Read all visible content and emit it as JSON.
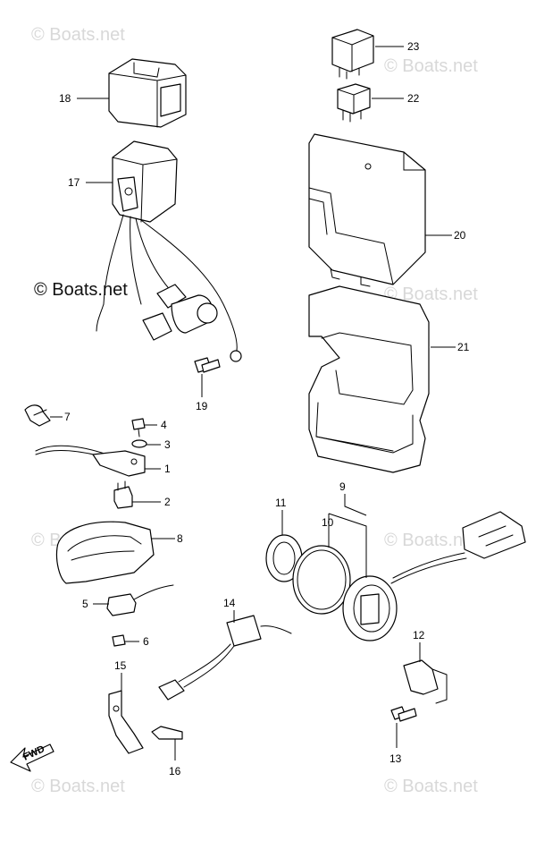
{
  "brand": "© Boats.net",
  "watermark": "© Boats.net",
  "fwd_label": "FWD",
  "callouts": {
    "p1": "1",
    "p2": "2",
    "p3": "3",
    "p4": "4",
    "p5": "5",
    "p6": "6",
    "p7": "7",
    "p8": "8",
    "p9": "9",
    "p10": "10",
    "p11": "11",
    "p12": "12",
    "p13": "13",
    "p14": "14",
    "p15": "15",
    "p16": "16",
    "p17": "17",
    "p18": "18",
    "p19": "19",
    "p20": "20",
    "p21": "21",
    "p22": "22",
    "p23": "23"
  }
}
